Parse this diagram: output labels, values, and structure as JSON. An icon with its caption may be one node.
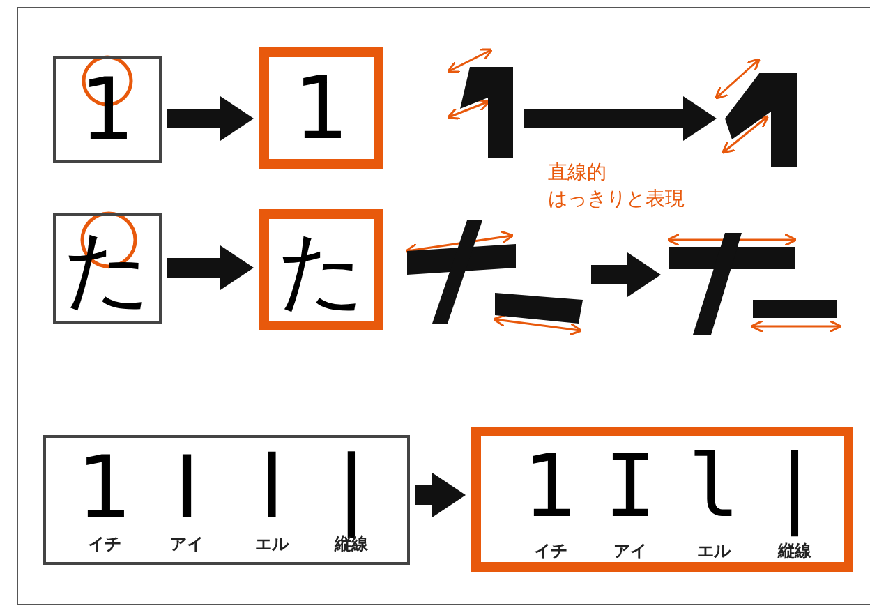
{
  "diagram": {
    "nodes": [
      {
        "text": [
          "1"
        ]
      },
      {
        "text": [
          "1"
        ]
      },
      {
        "text": [],
        "shape": "picture"
      },
      {
        "text": [],
        "shape": "picture"
      },
      {
        "text": [
          "た"
        ]
      },
      {
        "text": [
          "た"
        ]
      },
      {
        "text": [],
        "shape": "picture"
      },
      {
        "text": [],
        "shape": "picture"
      },
      {
        "text": [
          "1",
          "イチ",
          "I",
          "アイ",
          "l",
          "エル",
          "|",
          "縦線"
        ]
      },
      {
        "text": [
          "1",
          "イチ",
          "I",
          "アイ",
          "l",
          "エル",
          "|",
          "縦線"
        ]
      }
    ],
    "edges": [
      {
        "from": 0,
        "to": 1,
        "arrow": "to"
      },
      {
        "from": 2,
        "to": 3,
        "arrow": "to"
      },
      {
        "from": 4,
        "to": 5,
        "arrow": "to"
      },
      {
        "from": 6,
        "to": 7,
        "arrow": "to"
      },
      {
        "from": 8,
        "to": 9,
        "arrow": "to"
      }
    ],
    "labels": [
      "直線的",
      "はっきりと表現"
    ]
  }
}
